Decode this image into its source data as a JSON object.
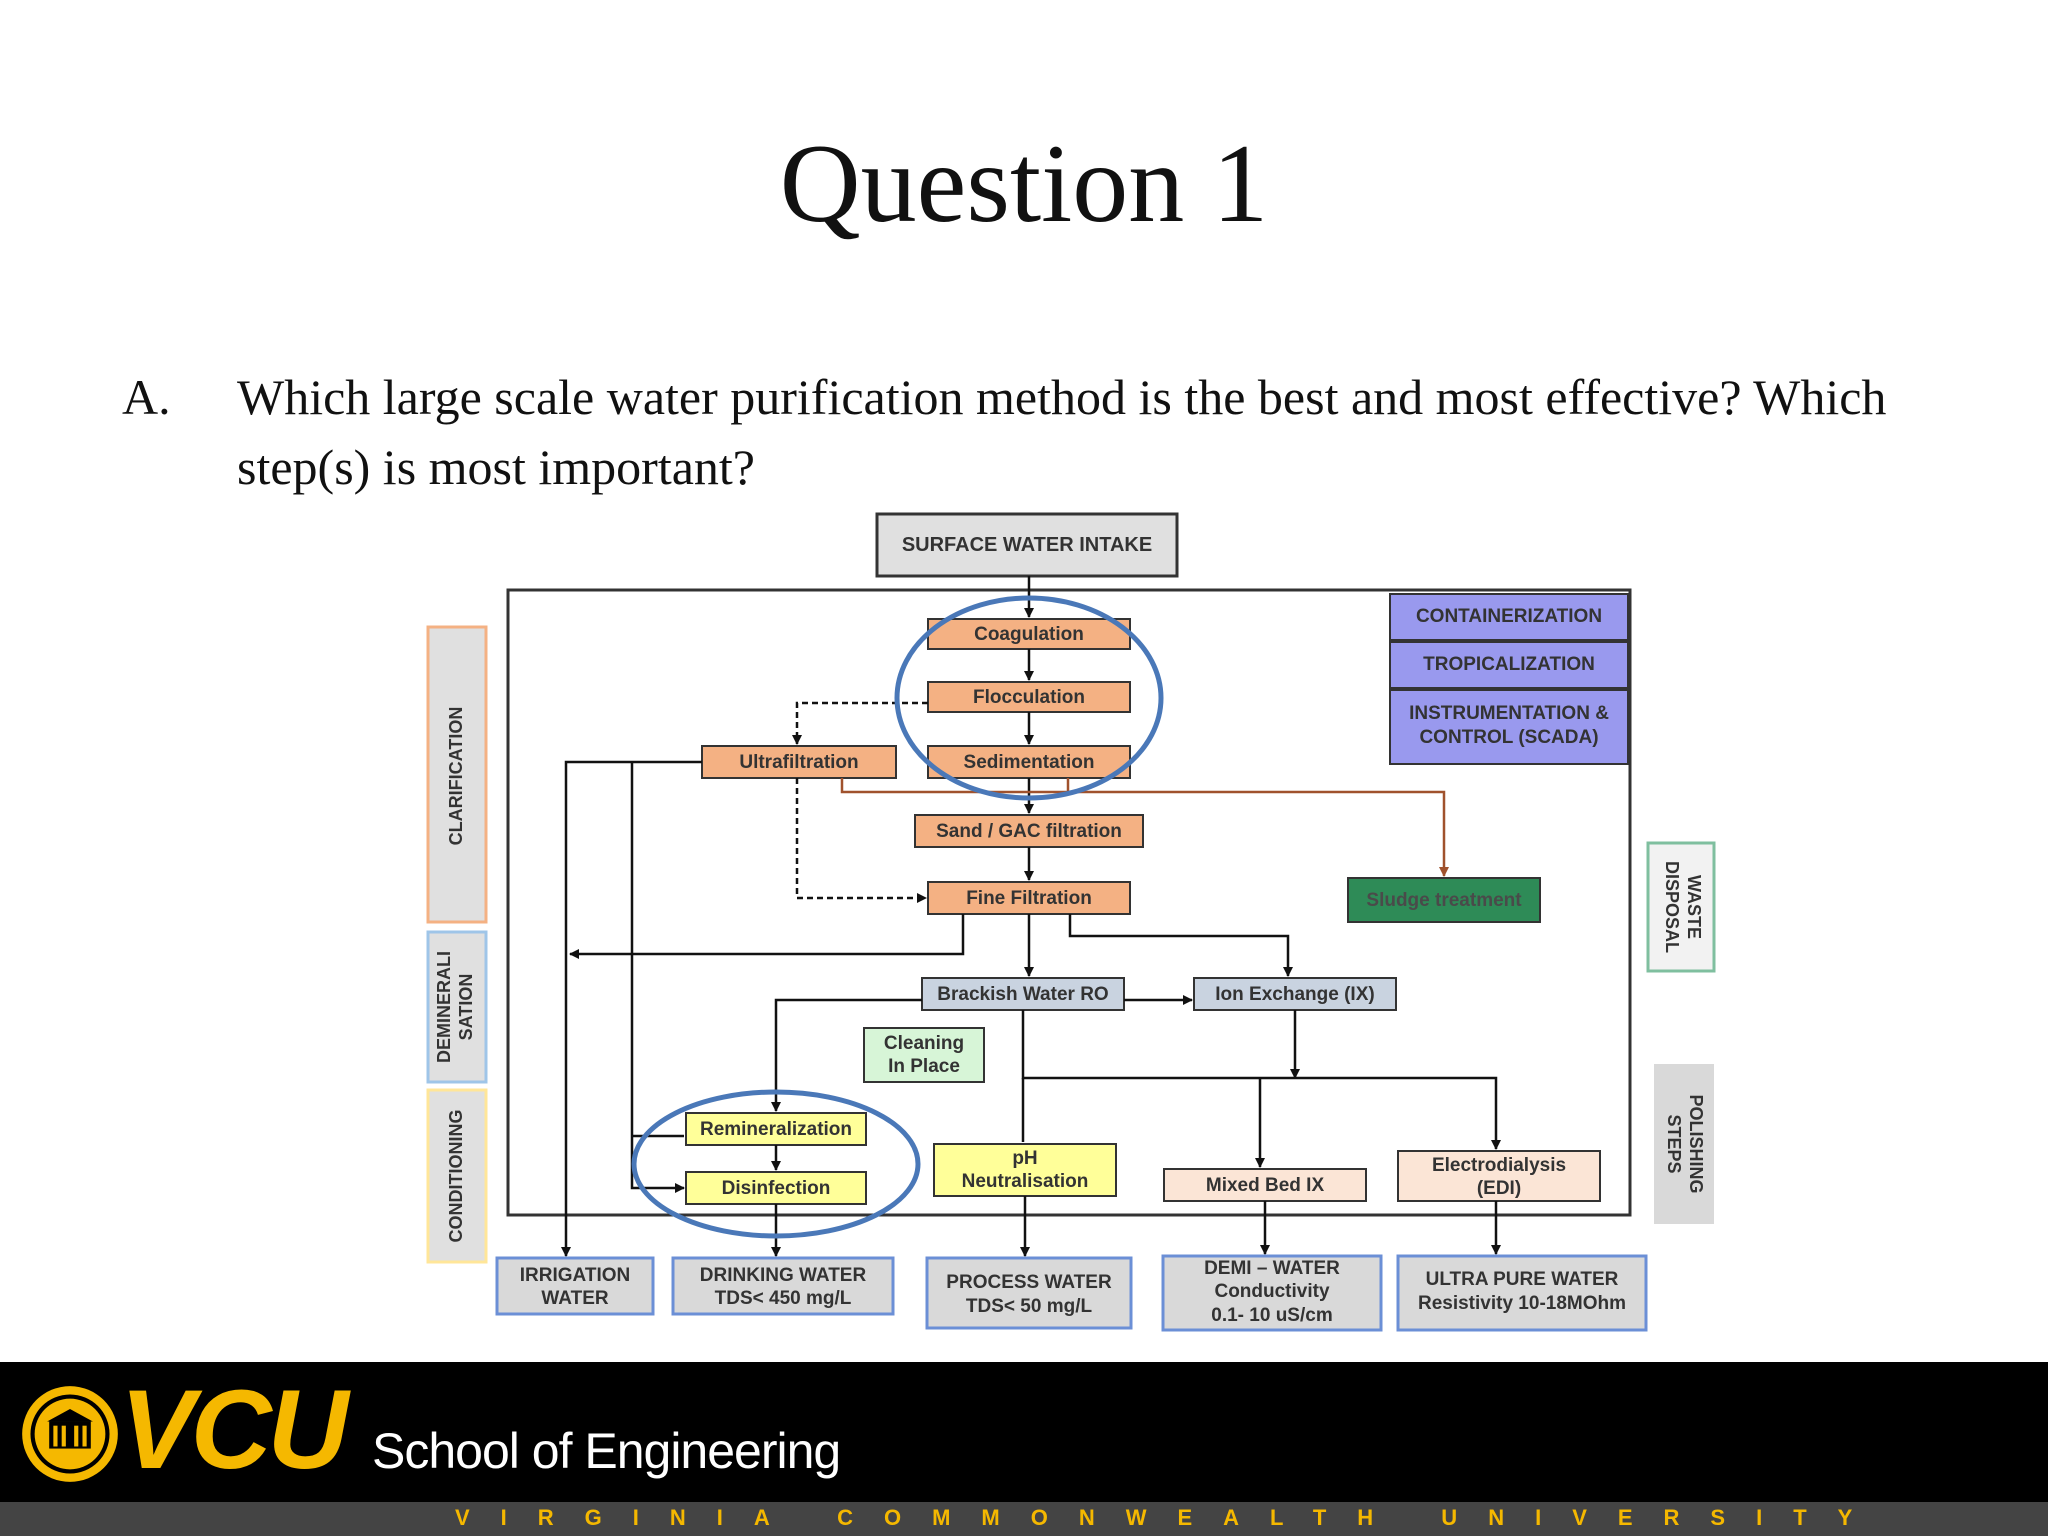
{
  "slide": {
    "title": "Question 1",
    "question_letter": "A.",
    "question_text": "Which large scale water purification method is the best and most effective? Which step(s) is most important?"
  },
  "diagram": {
    "intake": "SURFACE WATER INTAKE",
    "steps": {
      "coagulation": "Coagulation",
      "flocculation": "Flocculation",
      "sedimentation": "Sedimentation",
      "ultrafiltration": "Ultrafiltration",
      "sand_gac": "Sand  / GAC filtration",
      "fine_filtration": "Fine Filtration",
      "sludge": "Sludge treatment",
      "brackish_ro": "Brackish Water RO",
      "ion_exchange": "Ion Exchange (IX)",
      "cip_line1": "Cleaning",
      "cip_line2": "In Place",
      "remineralization": "Remineralization",
      "disinfection": "Disinfection",
      "ph_line1": "pH",
      "ph_line2": "Neutralisation",
      "mixed_bed": "Mixed Bed IX",
      "edi_line1": "Electrodialysis",
      "edi_line2": "(EDI)"
    },
    "options": {
      "containerization": "CONTAINERIZATION",
      "tropicalization": "TROPICALIZATION",
      "scada_line1": "INSTRUMENTATION &",
      "scada_line2": "CONTROL (SCADA)"
    },
    "stages": {
      "clarification": "CLARIFICATION",
      "demin_line1": "DEMINERALI",
      "demin_line2": "SATION",
      "conditioning": "CONDITIONING",
      "waste_line1": "WASTE",
      "waste_line2": "DISPOSAL",
      "polish_line1": "POLISHING",
      "polish_line2": "STEPS"
    },
    "outputs": {
      "irrigation_line1": "IRRIGATION",
      "irrigation_line2": "WATER",
      "drinking_line1": "DRINKING WATER",
      "drinking_line2": "TDS< 450 mg/L",
      "process_line1": "PROCESS WATER",
      "process_line2": "TDS< 50 mg/L",
      "demi_line1": "DEMI – WATER",
      "demi_line2": "Conductivity",
      "demi_line3": "0.1- 10 uS/cm",
      "upw_line1": "ULTRA PURE WATER",
      "upw_line2": "Resistivity 10-18MOhm"
    },
    "colors": {
      "clarification": "#f4b183",
      "demineralisation": "#c9d3e0",
      "conditioning": "#ffff99",
      "output": "#d9d9d9",
      "options": "#9999ee",
      "sludge": "#2e8b57",
      "cip": "#d7f5d7",
      "highlight_circle": "#4a78b8"
    }
  },
  "footer": {
    "logo": "VCU",
    "school": "School of Engineering",
    "university": "VIRGINIA COMMONWEALTH UNIVERSITY"
  }
}
